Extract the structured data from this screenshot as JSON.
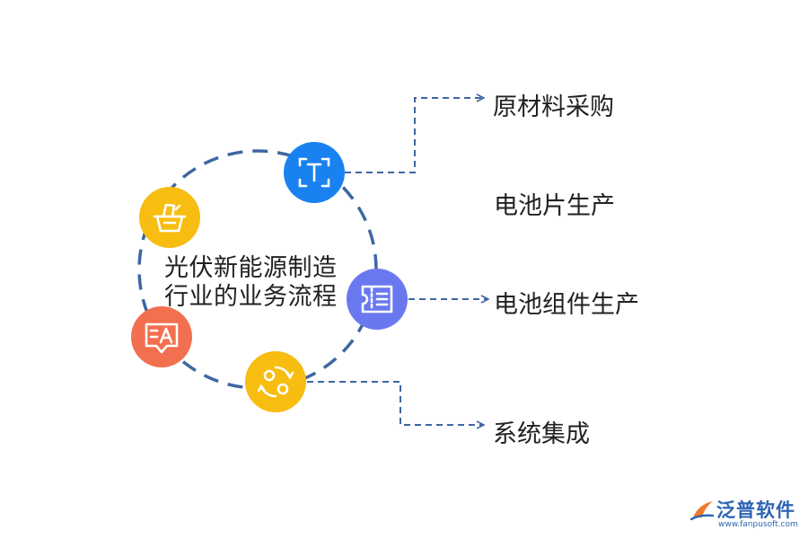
{
  "diagram": {
    "center_title_line1": "光伏新能源制造",
    "center_title_line2": "行业的业务流程",
    "steps": [
      {
        "label": "原材料采购",
        "color": "#1a82f0",
        "icon": "text-frame-icon"
      },
      {
        "label": "电池片生产"
      },
      {
        "label": "电池组件生产",
        "color": "#6a78f0",
        "icon": "ticket-list-icon"
      },
      {
        "label": "系统集成",
        "color": "#f7bd10",
        "icon": "exchange-icon"
      }
    ],
    "extra_nodes": [
      {
        "color": "#f7bd10",
        "icon": "basket-icon"
      },
      {
        "color": "#f26f4f",
        "icon": "translate-icon"
      }
    ],
    "colors": {
      "ring": "#3e66a2",
      "connector": "#3e66a2"
    }
  },
  "watermark": {
    "name": "泛普软件",
    "url": "www.fanpusoft.com"
  }
}
